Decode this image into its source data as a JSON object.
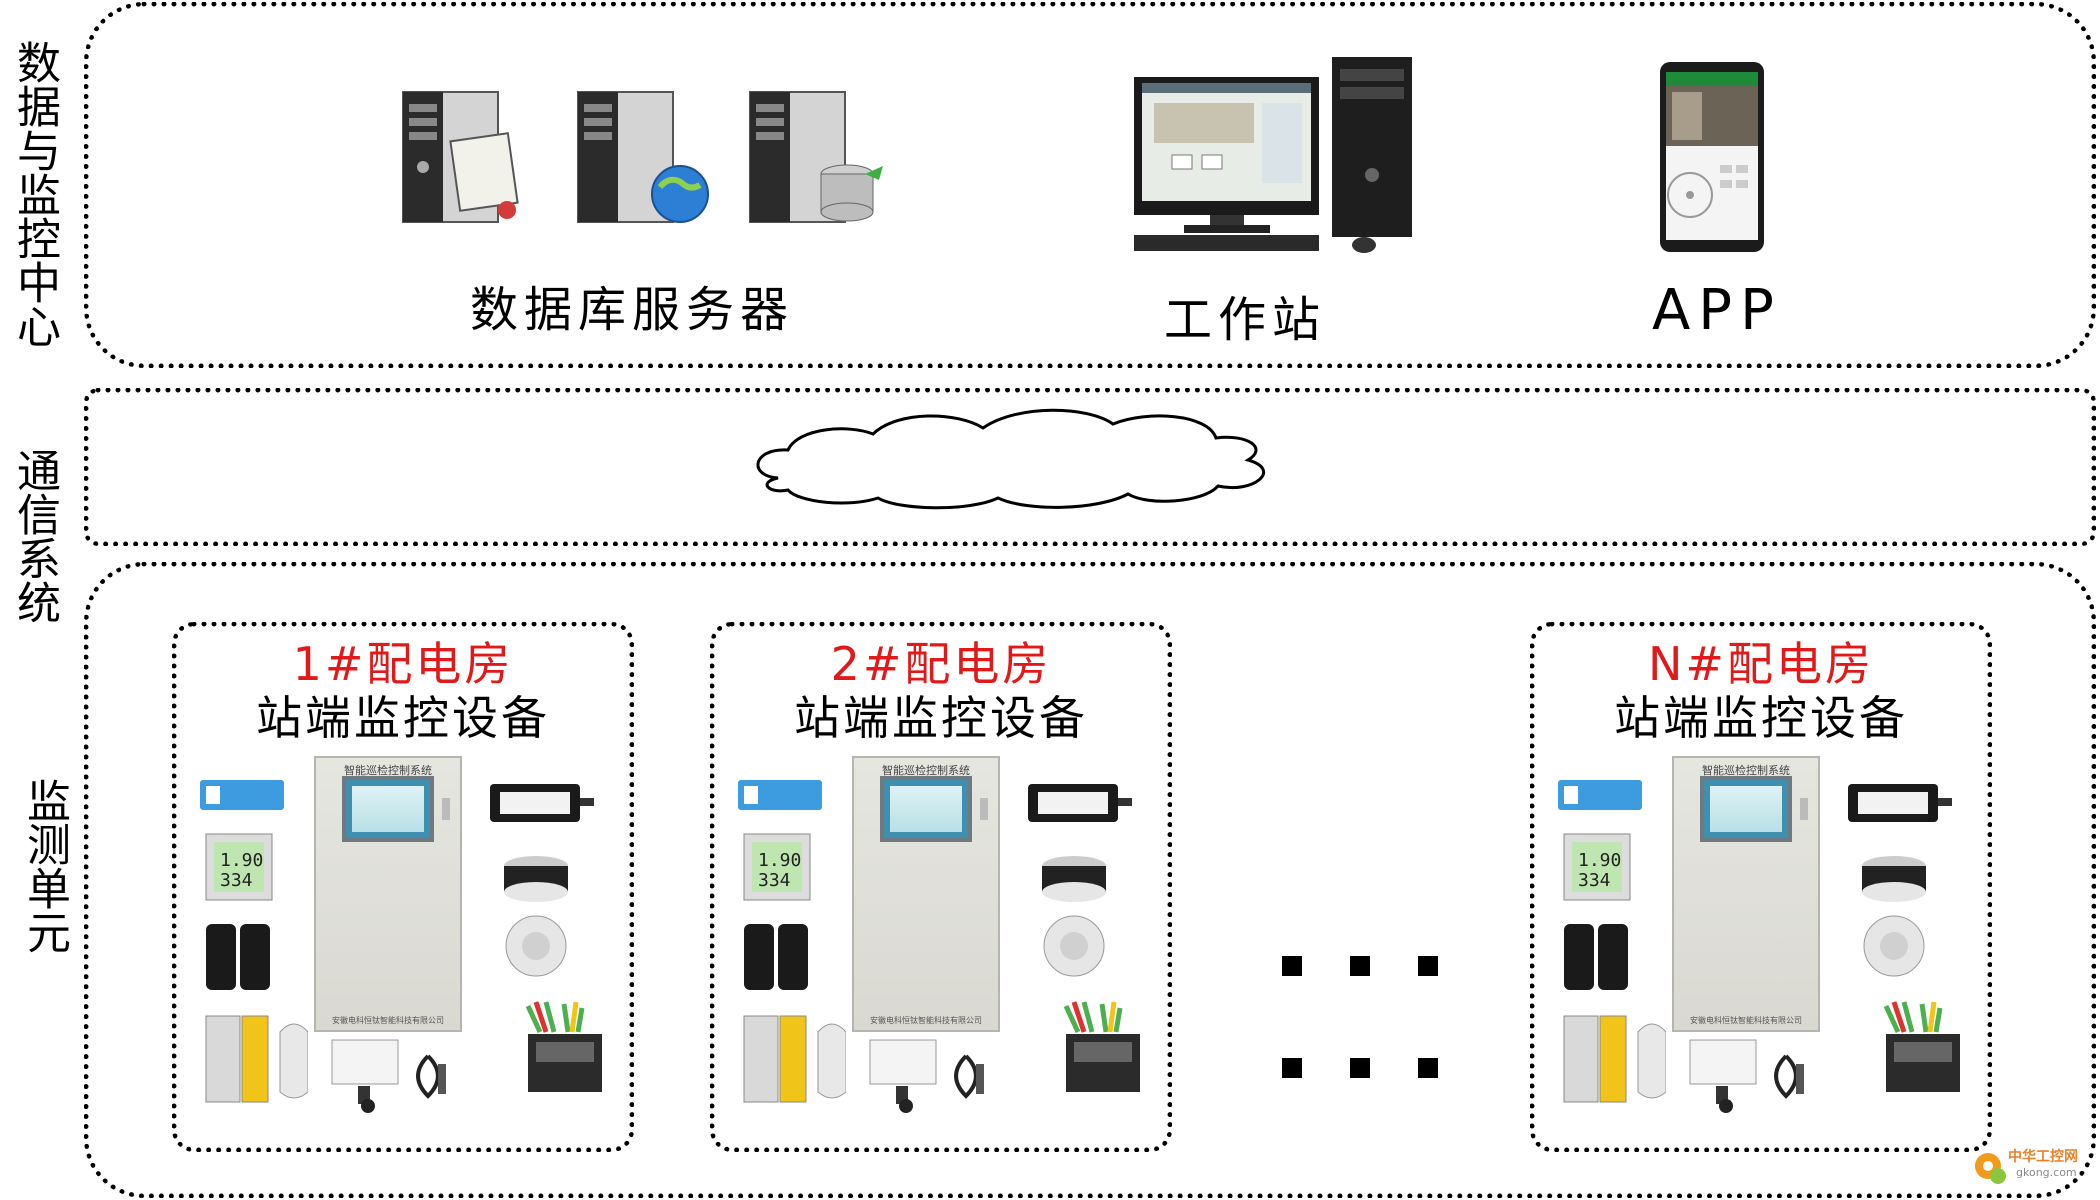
{
  "side_labels": {
    "data_center": "数据与监控中心",
    "comm": "通信系统",
    "monitor": "监测单元"
  },
  "top": {
    "db_caption": "数据库服务器",
    "ws_caption": "工作站",
    "app_caption": "APP"
  },
  "rooms": [
    {
      "title": "1#配电房",
      "subtitle": "站端监控设备"
    },
    {
      "title": "2#配电房",
      "subtitle": "站端监控设备"
    },
    {
      "title": "N#配电房",
      "subtitle": "站端监控设备"
    }
  ],
  "cabinet": {
    "header": "智能巡检控制系统",
    "footer": "安徽电科恒钛智能科技有限公司"
  },
  "watermark": {
    "line1": "中华工控网",
    "line2": "gkong.com"
  },
  "colors": {
    "room_title": "#e01a1a",
    "border": "#000000"
  }
}
